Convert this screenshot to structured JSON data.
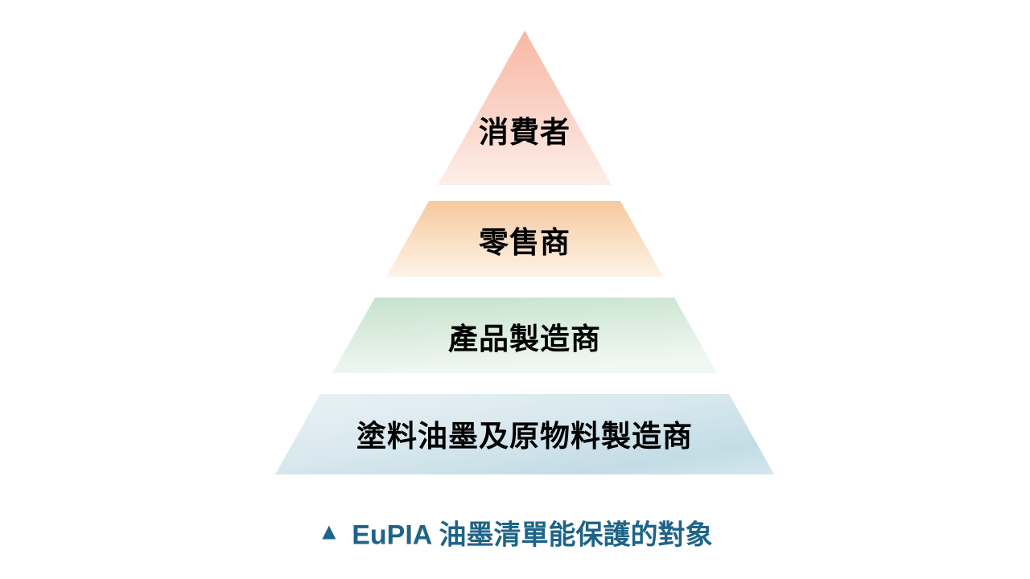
{
  "background_color": "#FFFFFF",
  "diagram": {
    "type": "pyramid",
    "text_color": "#000000",
    "levels": [
      {
        "label": "消費者",
        "shape": "triangle",
        "stops": [
          "#F8B7A3",
          "#FDEEE8"
        ]
      },
      {
        "label": "零售商",
        "shape": "trapezoid",
        "stops": [
          "#F7C99E",
          "#FDF3E7"
        ]
      },
      {
        "label": "產品製造商",
        "shape": "trapezoid",
        "stops": [
          "#C5E2CC",
          "#F1F7F2"
        ]
      },
      {
        "label": "塗料油墨及原物料製造商",
        "shape": "trapezoid",
        "stops": [
          "#E9F2F5",
          "#D8E8EE",
          "#C3DCE6",
          "#D5E7ED"
        ]
      }
    ]
  },
  "caption": {
    "marker": "▲",
    "text": "EuPIA 油墨清單能保護的對象",
    "color": "#1F6488"
  }
}
